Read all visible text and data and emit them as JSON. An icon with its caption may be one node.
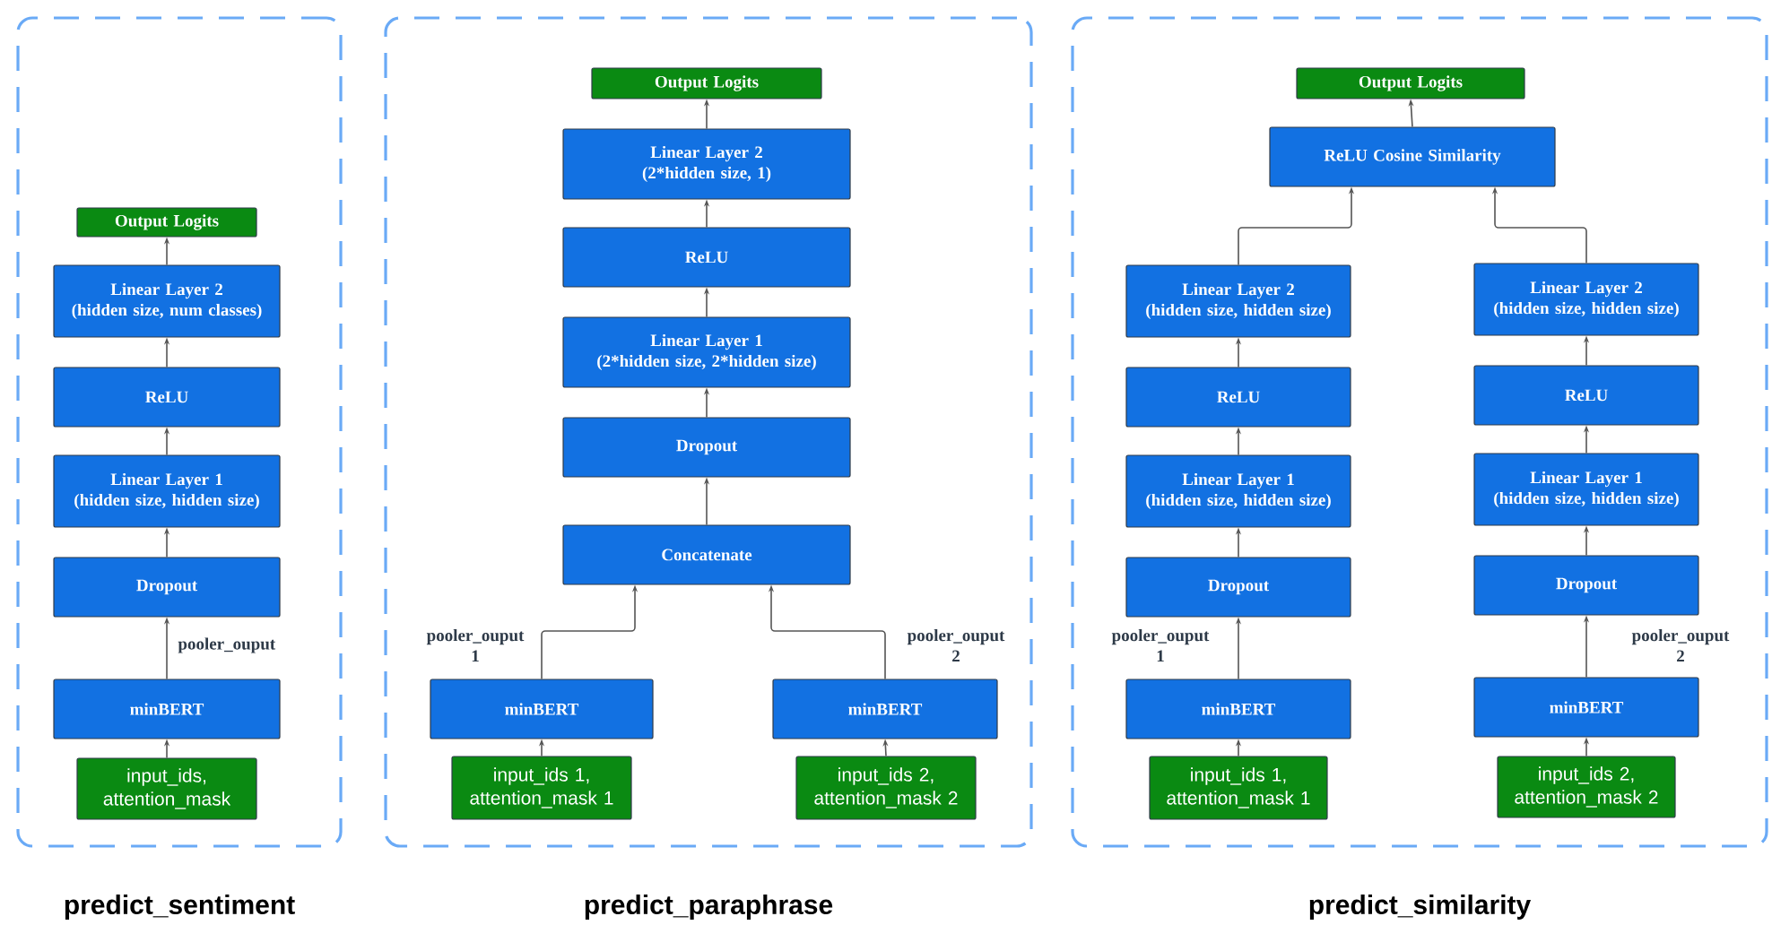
{
  "diagram": {
    "nodes": [
      {
        "text": [
          "predict_sentiment"
        ]
      },
      {
        "text": [
          "Output Logits"
        ],
        "in": 0
      },
      {
        "text": [
          "Linear Layer 2",
          "(hidden size, num classes)"
        ],
        "in": 0
      },
      {
        "text": [
          "ReLU"
        ],
        "in": 0
      },
      {
        "text": [
          "Linear Layer 1",
          "(hidden size, hidden size)"
        ],
        "in": 0
      },
      {
        "text": [
          "Dropout"
        ],
        "in": 0
      },
      {
        "text": [
          "minBERT"
        ],
        "in": 0
      },
      {
        "text": [
          "input_ids, attention_mask"
        ],
        "in": 0
      },
      {
        "text": [
          "predict_paraphrase"
        ]
      },
      {
        "text": [
          "Output Logits"
        ],
        "in": 8
      },
      {
        "text": [
          "Linear Layer 2",
          "(2*hidden size, 1)"
        ],
        "in": 8
      },
      {
        "text": [
          "ReLU"
        ],
        "in": 8
      },
      {
        "text": [
          "Linear Layer 1",
          "(2*hidden size, 2*hidden size)"
        ],
        "in": 8
      },
      {
        "text": [
          "Dropout"
        ],
        "in": 8
      },
      {
        "text": [
          "Concatenate"
        ],
        "in": 8
      },
      {
        "text": [
          "minBERT"
        ],
        "in": 8
      },
      {
        "text": [
          "minBERT"
        ],
        "in": 8
      },
      {
        "text": [
          "input_ids 1, attention_mask 1"
        ],
        "in": 8
      },
      {
        "text": [
          "input_ids 2, attention_mask 2"
        ],
        "in": 8
      },
      {
        "text": [
          "predict_similarity"
        ]
      },
      {
        "text": [
          "Output Logits"
        ],
        "in": 19
      },
      {
        "text": [
          "ReLU Cosine Similarity"
        ],
        "in": 19
      },
      {
        "text": [
          "Linear Layer 2",
          "(hidden size, hidden size)"
        ],
        "in": 19
      },
      {
        "text": [
          "Linear Layer 2",
          "(hidden size, hidden size)"
        ],
        "in": 19
      },
      {
        "text": [
          "ReLU"
        ],
        "in": 19
      },
      {
        "text": [
          "ReLU"
        ],
        "in": 19
      },
      {
        "text": [
          "Linear Layer 1",
          "(hidden size, hidden size)"
        ],
        "in": 19
      },
      {
        "text": [
          "Linear Layer 1",
          "(hidden size, hidden size)"
        ],
        "in": 19
      },
      {
        "text": [
          "Dropout"
        ],
        "in": 19
      },
      {
        "text": [
          "Dropout"
        ],
        "in": 19
      },
      {
        "text": [
          "minBERT"
        ],
        "in": 19
      },
      {
        "text": [
          "minBERT"
        ],
        "in": 19
      },
      {
        "text": [
          "input_ids 1, attention_mask 1"
        ],
        "in": 19
      },
      {
        "text": [
          "input_ids 2, attention_mask 2"
        ],
        "in": 19
      }
    ],
    "edges": [
      {
        "from": 7,
        "to": 6,
        "arrow": "to"
      },
      {
        "from": 6,
        "to": 5,
        "arrow": "to",
        "label": "pooler_ouput"
      },
      {
        "from": 5,
        "to": 4,
        "arrow": "to"
      },
      {
        "from": 4,
        "to": 3,
        "arrow": "to"
      },
      {
        "from": 3,
        "to": 2,
        "arrow": "to"
      },
      {
        "from": 2,
        "to": 1,
        "arrow": "to"
      },
      {
        "from": 17,
        "to": 15,
        "arrow": "to"
      },
      {
        "from": 18,
        "to": 16,
        "arrow": "to"
      },
      {
        "from": 15,
        "to": 14,
        "arrow": "to",
        "label": "pooler_ouput 1"
      },
      {
        "from": 16,
        "to": 14,
        "arrow": "to",
        "label": "pooler_ouput 2"
      },
      {
        "from": 14,
        "to": 13,
        "arrow": "to"
      },
      {
        "from": 13,
        "to": 12,
        "arrow": "to"
      },
      {
        "from": 12,
        "to": 11,
        "arrow": "to"
      },
      {
        "from": 11,
        "to": 10,
        "arrow": "to"
      },
      {
        "from": 10,
        "to": 9,
        "arrow": "to"
      },
      {
        "from": 32,
        "to": 30,
        "arrow": "to"
      },
      {
        "from": 33,
        "to": 31,
        "arrow": "to"
      },
      {
        "from": 30,
        "to": 28,
        "arrow": "to",
        "label": "pooler_ouput 1"
      },
      {
        "from": 31,
        "to": 29,
        "arrow": "to",
        "label": "pooler_ouput 2"
      },
      {
        "from": 28,
        "to": 26,
        "arrow": "to"
      },
      {
        "from": 29,
        "to": 27,
        "arrow": "to"
      },
      {
        "from": 26,
        "to": 24,
        "arrow": "to"
      },
      {
        "from": 27,
        "to": 25,
        "arrow": "to"
      },
      {
        "from": 24,
        "to": 22,
        "arrow": "to"
      },
      {
        "from": 25,
        "to": 23,
        "arrow": "to"
      },
      {
        "from": 22,
        "to": 21,
        "arrow": "to"
      },
      {
        "from": 23,
        "to": 21,
        "arrow": "to"
      },
      {
        "from": 21,
        "to": 20,
        "arrow": "to"
      }
    ]
  }
}
